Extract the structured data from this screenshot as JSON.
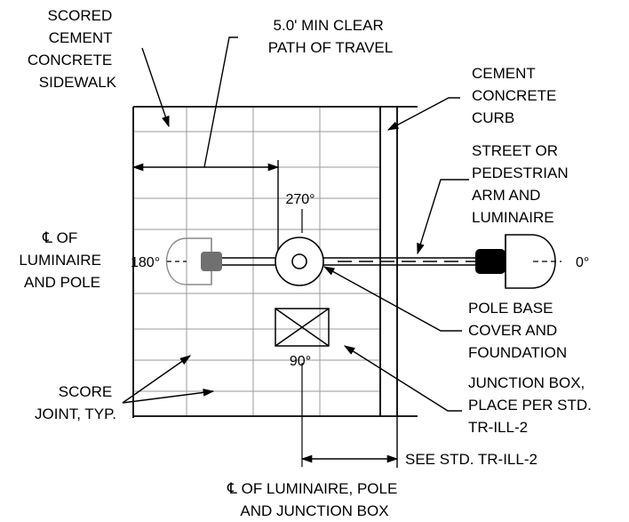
{
  "labels": {
    "sidewalk": [
      "SCORED",
      "CEMENT",
      "CONCRETE",
      "SIDEWALK"
    ],
    "clear_path": [
      "5.0'  MIN CLEAR",
      "PATH OF TRAVEL"
    ],
    "curb": [
      "CEMENT",
      "CONCRETE",
      "CURB"
    ],
    "arm": [
      "STREET OR",
      "PEDESTRIAN",
      "ARM AND",
      "LUMINAIRE"
    ],
    "centerline": [
      "℄ OF",
      "LUMINAIRE",
      "AND POLE"
    ],
    "pole_base": [
      "POLE BASE",
      "COVER AND",
      "FOUNDATION"
    ],
    "junction_box": [
      "JUNCTION BOX,",
      "PLACE PER STD.",
      "TR-ILL-2"
    ],
    "score_joint": [
      "SCORE",
      "JOINT, TYP."
    ],
    "see_std": "SEE STD. TR-ILL-2",
    "bottom_centerline": [
      "℄ OF LUMINAIRE, POLE",
      "AND JUNCTION BOX"
    ]
  },
  "angles": {
    "deg_270": "270°",
    "deg_180": "180°",
    "deg_0": "0°",
    "deg_90": "90°"
  }
}
